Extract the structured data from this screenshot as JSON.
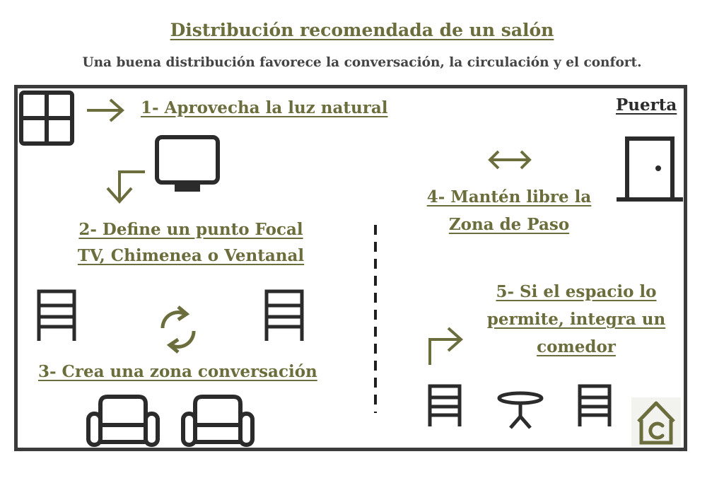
{
  "header": {
    "title": "Distribución recomendada de un salón",
    "subtitle": "Una buena distribución favorece la conversación, la circulación y el confort."
  },
  "steps": {
    "step1": "1- Aprovecha la luz natural",
    "step2_line1": "2- Define un punto Focal",
    "step2_line2": "TV, Chimenea o Ventanal",
    "step3": "3- Crea una zona conversación",
    "step4_line1": "4- Mantén libre la",
    "step4_line2": "Zona de Paso",
    "step5_line1": "5- Si el espacio lo",
    "step5_line2": "permite, integra un",
    "step5_line3": "comedor"
  },
  "door_label": "Puerta",
  "colors": {
    "accent": "#6b6e3c",
    "dark": "#2b2b2b",
    "subtitle": "#444444"
  },
  "icons": [
    "window-icon",
    "arrow-right-icon",
    "tv-icon",
    "arrow-down-left-icon",
    "double-arrow-icon",
    "door-icon",
    "chair-icon",
    "refresh-icon",
    "armchair-icon",
    "arrow-up-right-icon",
    "round-table-icon",
    "brand-logo-icon"
  ]
}
